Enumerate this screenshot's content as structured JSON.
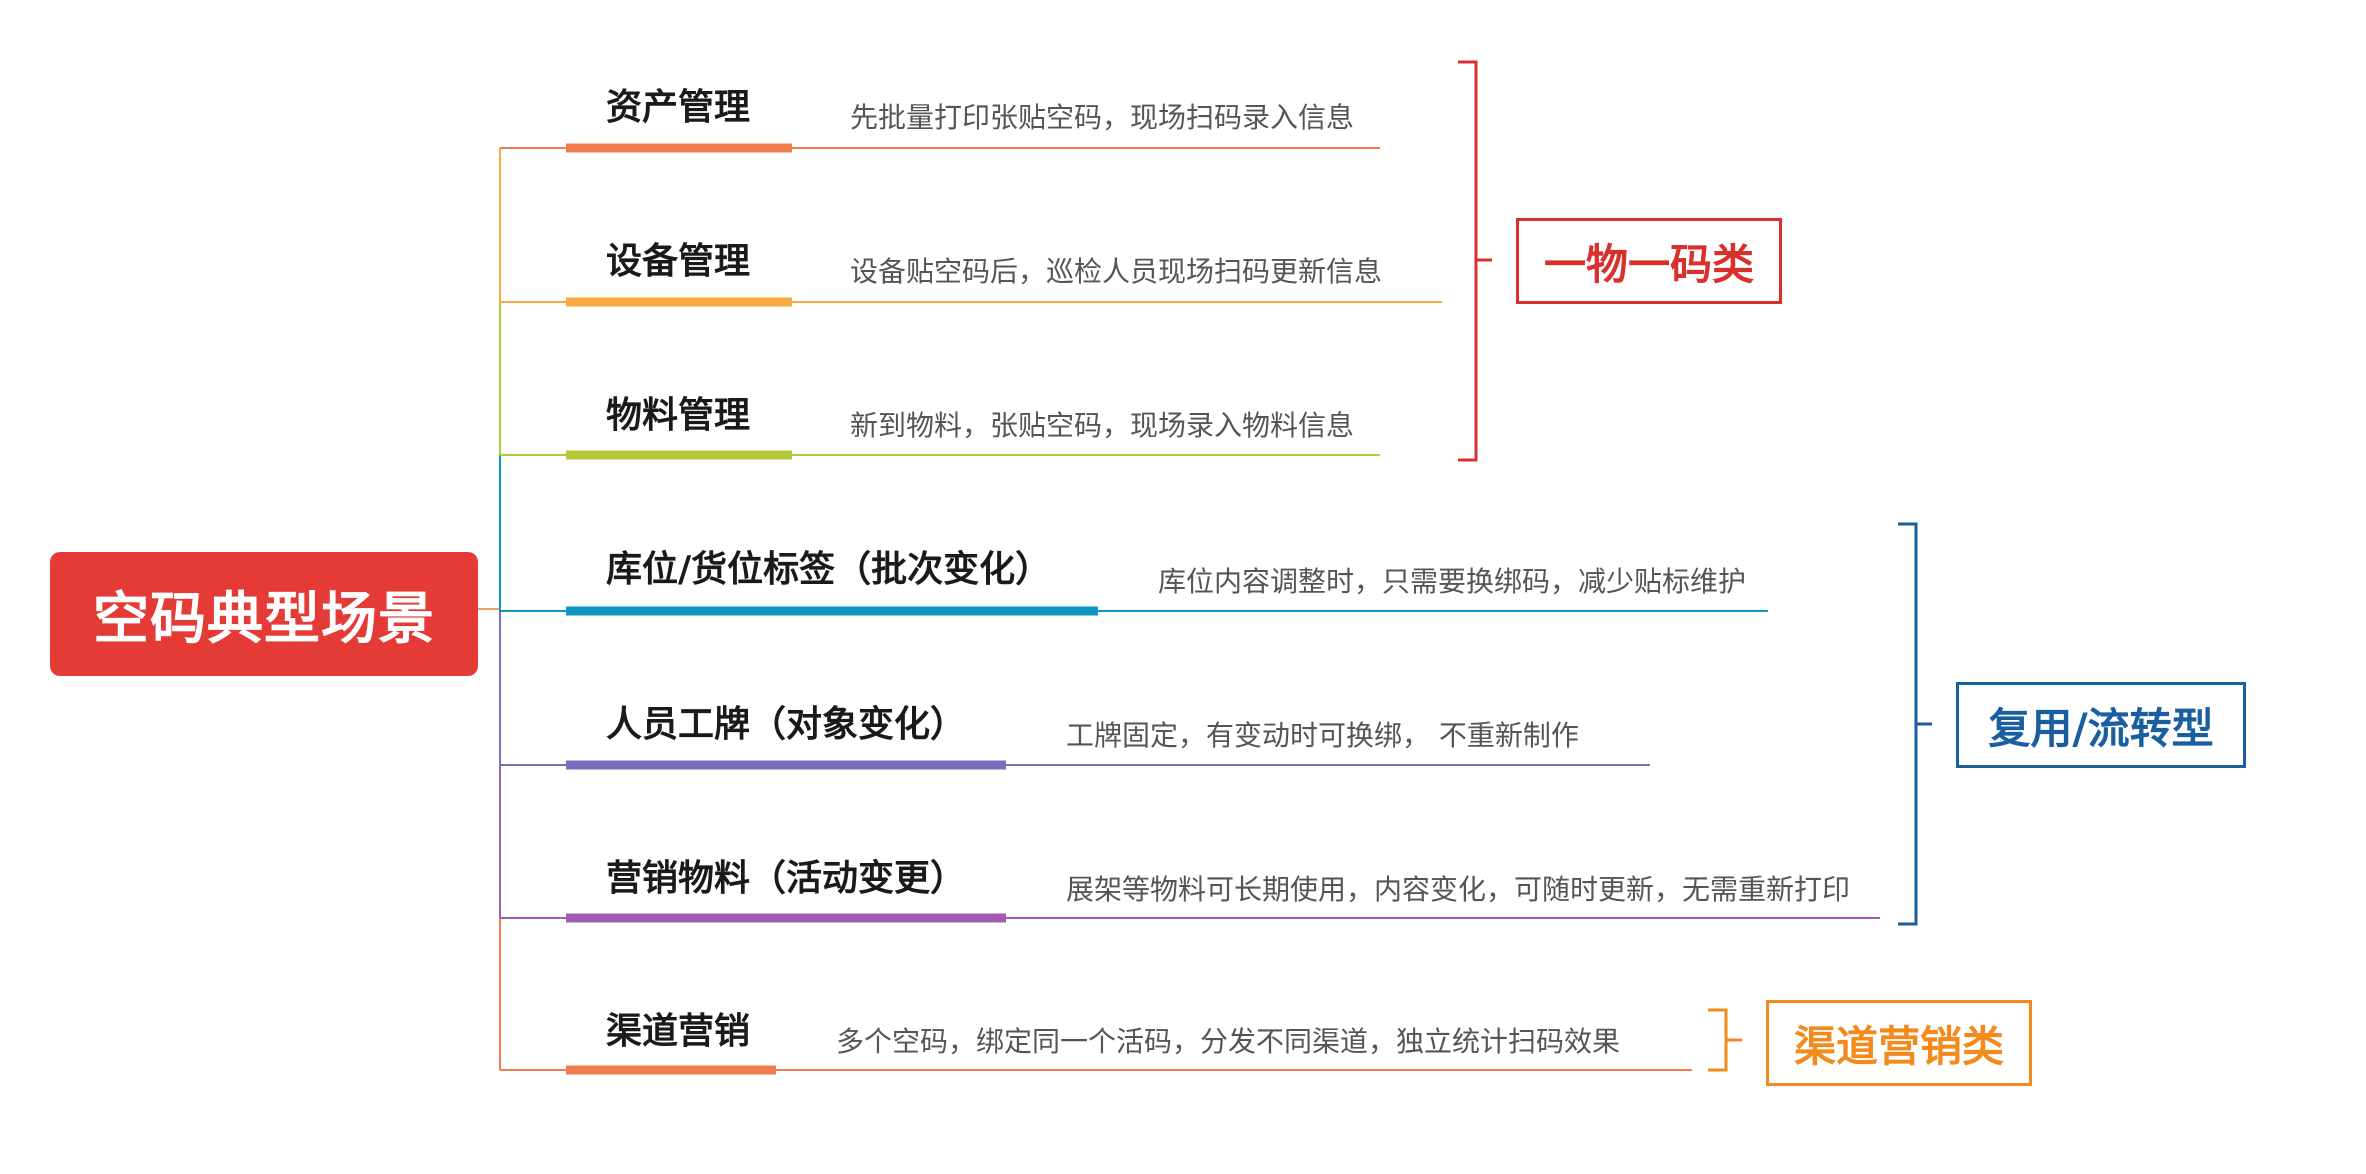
{
  "root": {
    "label": "空码典型场景",
    "color": "#e53b37"
  },
  "branches": [
    {
      "title": "资产管理",
      "desc": "先批量打印张贴空码，现场扫码录入信息",
      "color": "#f07b4f"
    },
    {
      "title": "设备管理",
      "desc": "设备贴空码后，巡检人员现场扫码更新信息",
      "color": "#f7a942"
    },
    {
      "title": "物料管理",
      "desc": "新到物料，张贴空码，现场录入物料信息",
      "color": "#b7c73a"
    },
    {
      "title": "库位/货位标签（批次变化）",
      "desc": "库位内容调整时，只需要换绑码，减少贴标维护",
      "color": "#0f96c2"
    },
    {
      "title": "人员工牌（对象变化）",
      "desc": "工牌固定，有变动时可换绑， 不重新制作",
      "color": "#7a6fbd"
    },
    {
      "title": "营销物料（活动变更）",
      "desc": "展架等物料可长期使用，内容变化，可随时更新，无需重新打印",
      "color": "#a25db0"
    },
    {
      "title": "渠道营销",
      "desc": "多个空码，绑定同一个活码，分发不同渠道，独立统计扫码效果",
      "color": "#f07b4f"
    }
  ],
  "categories": [
    {
      "label": "一物一码类",
      "color": "#d9302c"
    },
    {
      "label": "复用/流转型",
      "color": "#1a5ea0"
    },
    {
      "label": "渠道营销类",
      "color": "#f38a1c"
    }
  ]
}
